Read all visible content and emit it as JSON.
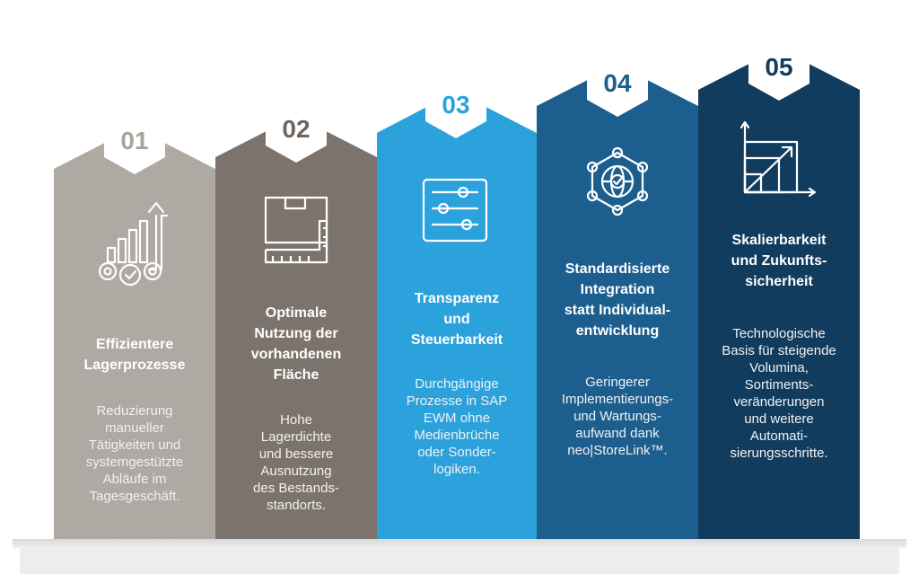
{
  "columns": [
    {
      "number": "01",
      "title": "Effizientere\nLagerprozesse",
      "description": "Reduzierung\nmanueller\nTätigkeiten und\nsystemgestützte\nAbläufe im\nTagesgeschäft.",
      "icon": "growth-gears-icon",
      "color": "#aea9a3",
      "number_color": "#a8a39d"
    },
    {
      "number": "02",
      "title": "Optimale\nNutzung der\nvorhandenen\nFläche",
      "description": "Hohe\nLagerdichte\nund bessere\nAusnutzung\ndes Bestands-\nstandorts.",
      "icon": "box-floorplan-icon",
      "color": "#7c746c",
      "number_color": "#6e665f"
    },
    {
      "number": "03",
      "title": "Transparenz\nund\nSteuerbarkeit",
      "description": "Durchgängige\nProzesse in SAP\nEWM ohne\nMedienbrüche\noder Sonder-\nlogiken.",
      "icon": "control-sliders-icon",
      "color": "#2ba2dc",
      "number_color": "#2ba2dc"
    },
    {
      "number": "04",
      "title": "Standardisierte\nIntegration\nstatt Individual-\nentwicklung",
      "description": "Geringerer\nImplementierungs-\nund Wartungs-\naufwand dank\nneo|StoreLink™.",
      "icon": "network-globe-icon",
      "color": "#1c5f8f",
      "number_color": "#1c5f8f"
    },
    {
      "number": "05",
      "title": "Skalierbarkeit\nund Zukunfts-\nsicherheit",
      "description": "Technologische\nBasis für steigende\nVolumina,\nSortiments-\nveränderungen\nund weitere\nAutomati-\nsierungsschritte.",
      "icon": "scaling-chart-icon",
      "color": "#123c5e",
      "number_color": "#123c5e"
    }
  ]
}
